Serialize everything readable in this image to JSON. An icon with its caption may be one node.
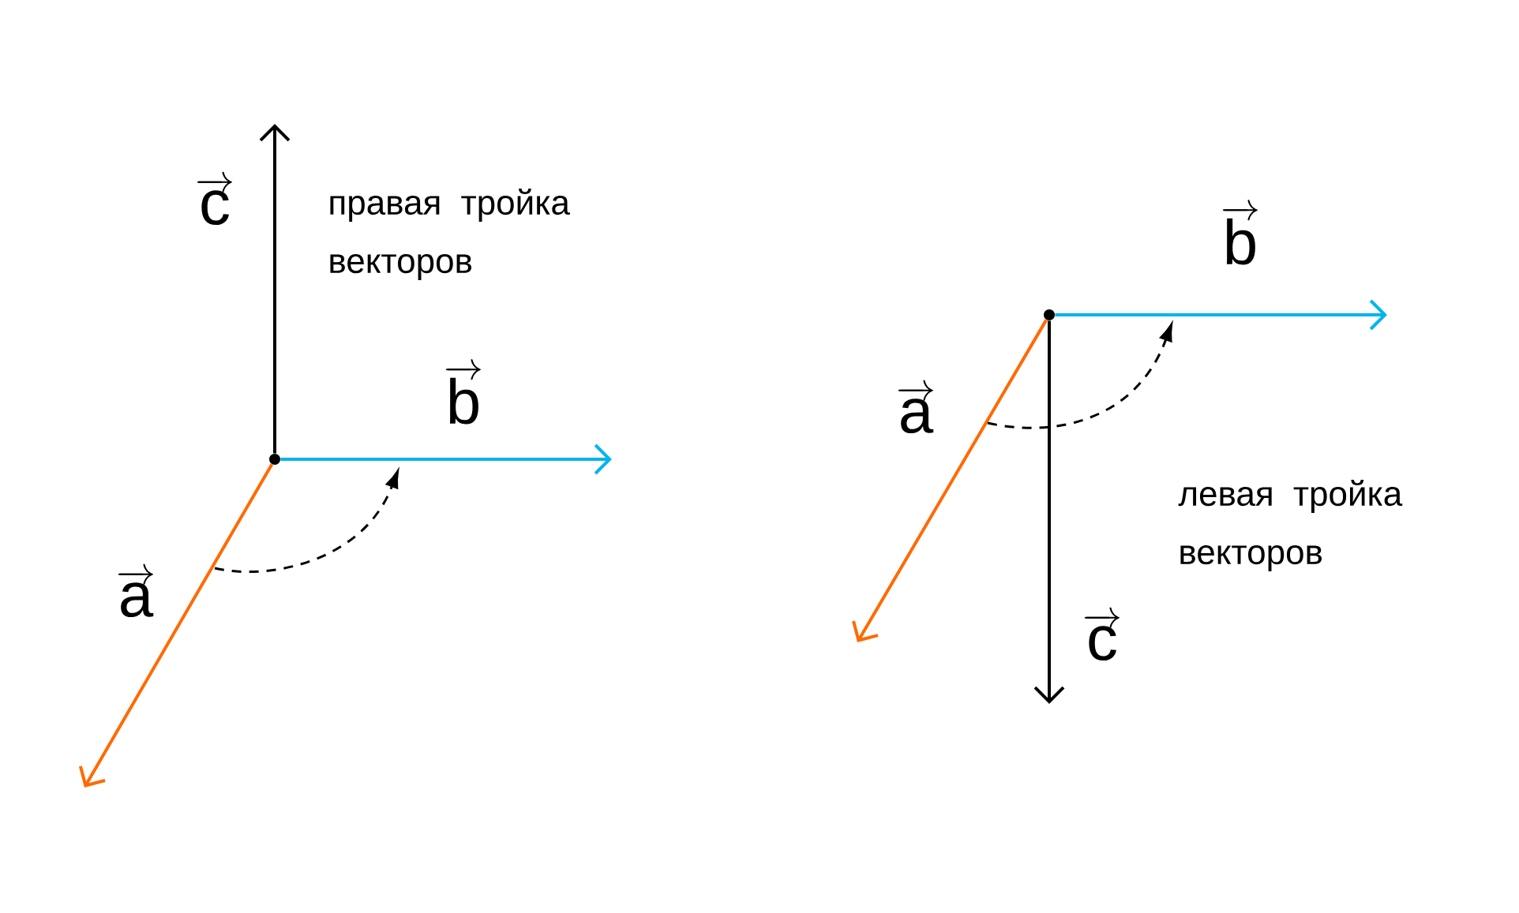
{
  "diagram": {
    "nodes": [
      {
        "text": [],
        "shape": "circle"
      },
      {
        "text": [],
        "shape": "circle"
      }
    ],
    "edges": [
      {
        "from": 0,
        "to": null,
        "arrow": "to",
        "label": "\\overrightarrow{\\mathrm{a}}",
        "color": "#ff6a00"
      },
      {
        "from": 0,
        "to": null,
        "arrow": "to",
        "label": "\\overrightarrow{\\mathrm{b}}",
        "color": "#00b4ee"
      },
      {
        "from": 0,
        "to": null,
        "arrow": "to",
        "label": "\\overrightarrow{\\mathrm{c}}",
        "color": "#000000"
      },
      {
        "from": 1,
        "to": null,
        "arrow": "to",
        "label": "\\overrightarrow{\\mathrm{a}}",
        "color": "#ff6a00"
      },
      {
        "from": 1,
        "to": null,
        "arrow": "to",
        "label": "\\overrightarrow{\\mathrm{b}}",
        "color": "#00b4ee"
      },
      {
        "from": 1,
        "to": null,
        "arrow": "to",
        "label": "\\overrightarrow{\\mathrm{c}}",
        "color": "#000000"
      }
    ],
    "labels": [
      "правая тройка векторов",
      "левая тройка векторов"
    ]
  }
}
